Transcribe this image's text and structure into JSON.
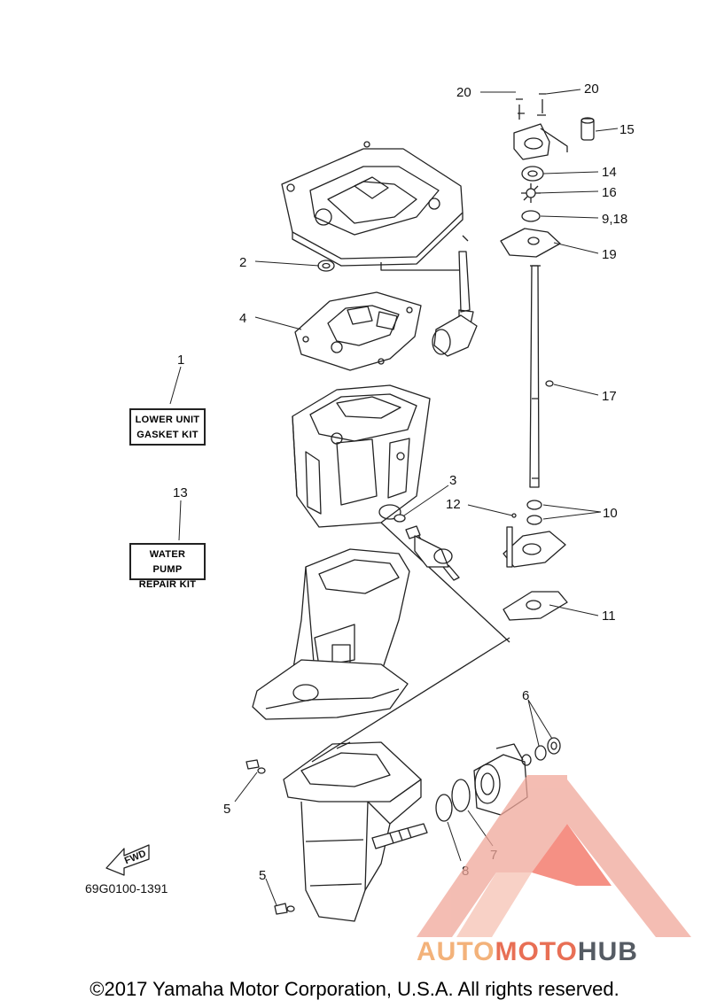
{
  "diagram": {
    "code": "69G0100-1391",
    "fwd_label": "FWD",
    "kits": [
      {
        "id": "lower-unit-gasket-kit",
        "lines": [
          "LOWER UNIT",
          "GASKET KIT"
        ]
      },
      {
        "id": "water-pump-repair-kit",
        "lines": [
          "WATER PUMP",
          "REPAIR KIT"
        ]
      }
    ],
    "callouts": [
      "20",
      "20",
      "15",
      "14",
      "16",
      "9,18",
      "19",
      "2",
      "4",
      "1",
      "17",
      "13",
      "3",
      "12",
      "10",
      "11",
      "6",
      "5",
      "8",
      "7",
      "5"
    ]
  },
  "footer": {
    "copyright": "©2017 Yamaha Motor Corporation, U.S.A. All rights reserved."
  },
  "watermark": {
    "part1": "AUTO",
    "part2": "MOTO",
    "part3": "HUB",
    "colors": {
      "light": "#f3b27a",
      "red": "#e86f55",
      "dark": "#555b63"
    }
  }
}
